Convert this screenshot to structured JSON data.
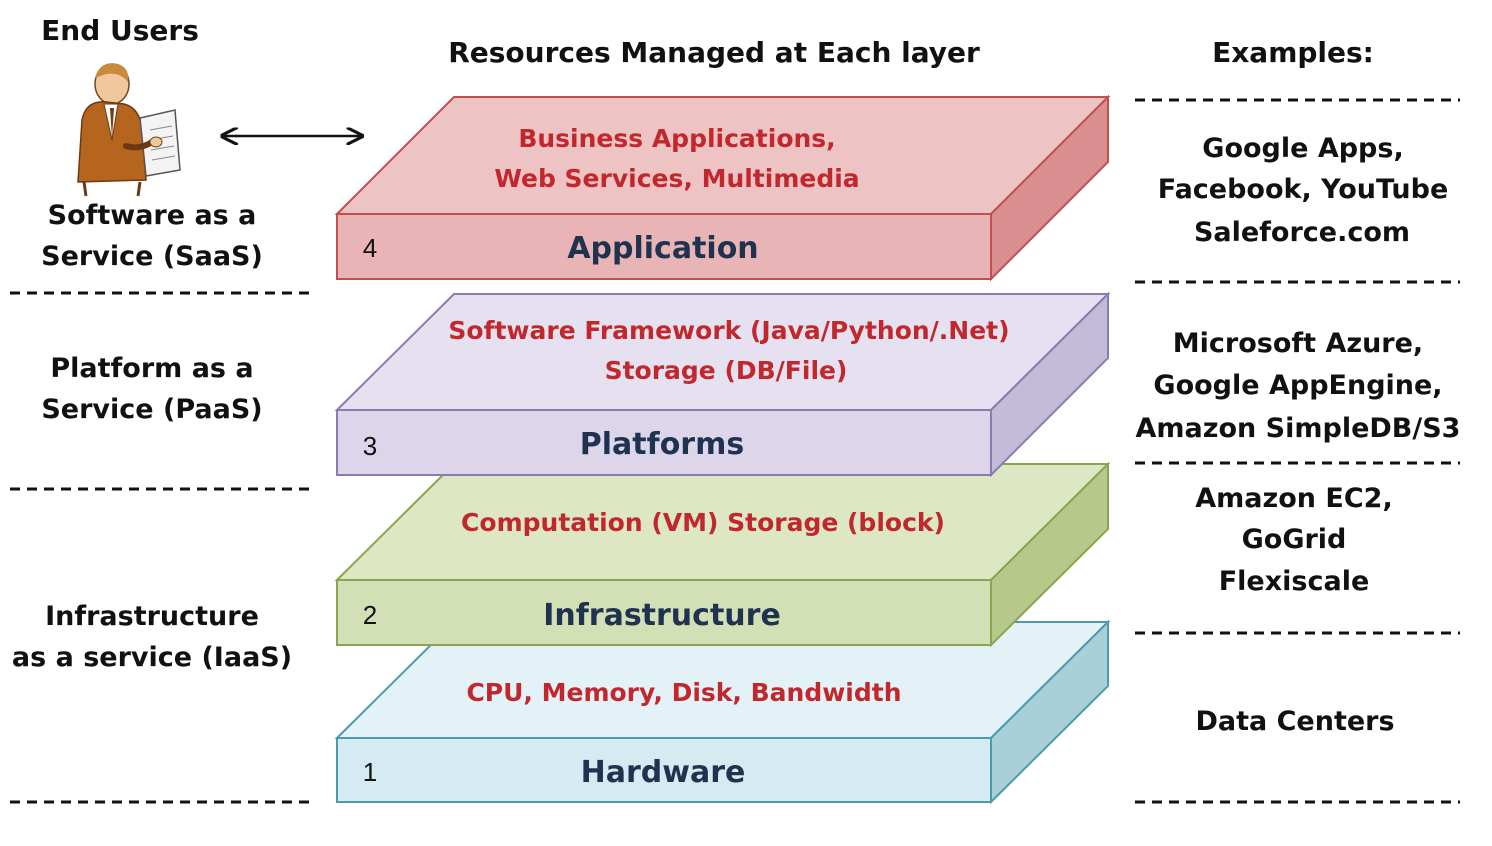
{
  "headers": {
    "end_users": "End Users",
    "resources": "Resources Managed at Each layer",
    "examples": "Examples:"
  },
  "services": [
    {
      "line1": "Software as a",
      "line2": "Service (SaaS)"
    },
    {
      "line1": "Platform as a",
      "line2": "Service (PaaS)"
    },
    {
      "line1": "Infrastructure",
      "line2": "as a service (IaaS)"
    }
  ],
  "layers": [
    {
      "number": "4",
      "name": "Application",
      "resources": [
        "Business Applications,",
        "Web Services,  Multimedia"
      ],
      "examples": [
        "Google Apps,",
        "Facebook, YouTube",
        "Saleforce.com"
      ]
    },
    {
      "number": "3",
      "name": "Platforms",
      "resources": [
        "Software Framework (Java/Python/.Net)",
        "Storage (DB/File)"
      ],
      "examples": [
        "Microsoft Azure,",
        "Google AppEngine,",
        "Amazon SimpleDB/S3"
      ]
    },
    {
      "number": "2",
      "name": "Infrastructure",
      "resources": [
        "Computation (VM)  Storage (block)"
      ],
      "examples": [
        "Amazon EC2,",
        "GoGrid",
        "Flexiscale"
      ]
    },
    {
      "number": "1",
      "name": "Hardware",
      "resources": [
        "CPU, Memory, Disk, Bandwidth"
      ],
      "examples": [
        "Data Centers"
      ]
    }
  ],
  "colors": {
    "resource_text": "#c0282d",
    "application": "#e8b4b6",
    "platforms": "#ddd6ea",
    "infrastructure": "#d3dfb4",
    "hardware": "#d4ebf1"
  },
  "icons": {
    "user": "office-worker-icon",
    "arrow": "double-arrow-icon"
  }
}
